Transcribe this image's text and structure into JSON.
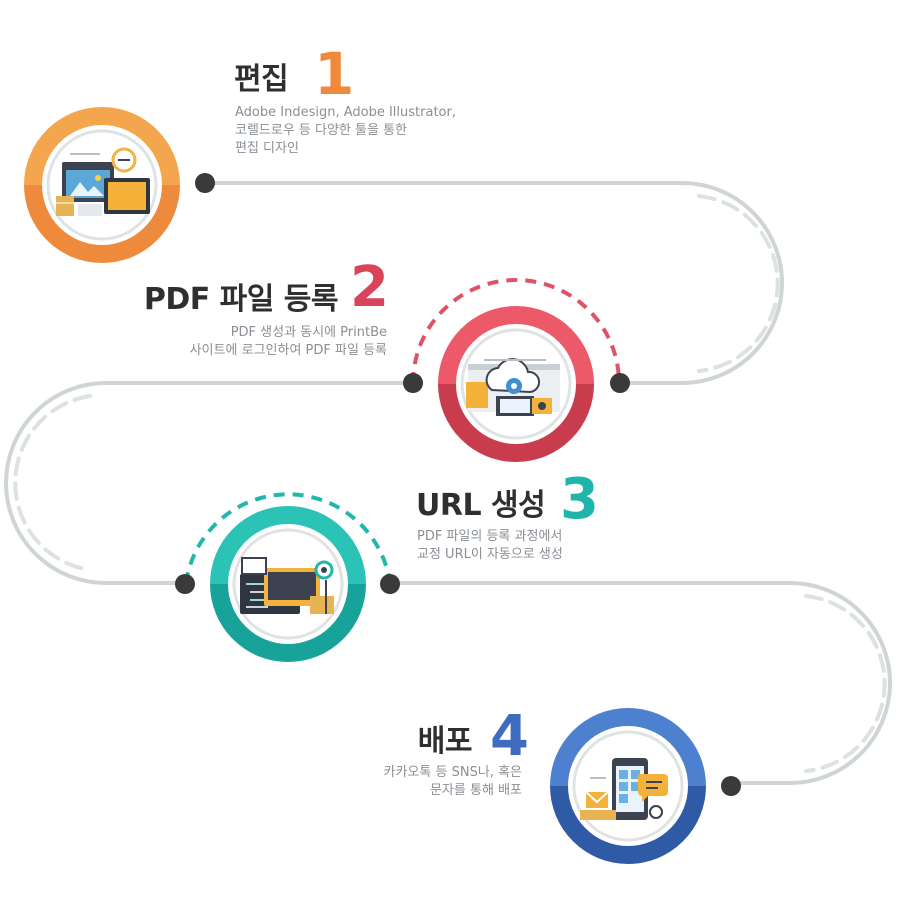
{
  "steps": [
    {
      "title": "편집",
      "number": "1",
      "desc": [
        "Adobe Indesign, Adobe Illustrator,",
        "코렐드로우 등 다양한 툴을 통한",
        "편집 디자인"
      ],
      "icon": "design-workstation-icon",
      "colors": {
        "top": "#f3a64e",
        "bottom": "#ee8a3c",
        "number": "#f08a3a"
      }
    },
    {
      "title": "PDF 파일 등록",
      "number": "2",
      "desc": [
        "PDF 생성과 동시에 PrintBe",
        "사이트에 로그인하여 PDF 파일 등록"
      ],
      "icon": "cloud-upload-icon",
      "colors": {
        "top": "#ec5a6a",
        "bottom": "#c83c4e",
        "number": "#d8455a"
      }
    },
    {
      "title": "URL 생성",
      "number": "3",
      "desc": [
        "PDF 파일의 등록 과정에서",
        "교정 URL이 자동으로 생성"
      ],
      "icon": "code-editor-icon",
      "colors": {
        "top": "#2cc3b7",
        "bottom": "#17a39a",
        "number": "#1fb5aa"
      }
    },
    {
      "title": "배포",
      "number": "4",
      "desc": [
        "카카오톡 등 SNS나, 혹은",
        "문자를 통해 배포"
      ],
      "icon": "mobile-share-icon",
      "colors": {
        "top": "#4d80cf",
        "bottom": "#2f5aa6",
        "number": "#3f6cc0"
      }
    }
  ],
  "path_color": "#cdd2d3",
  "dot_color": "#3a3a3a"
}
